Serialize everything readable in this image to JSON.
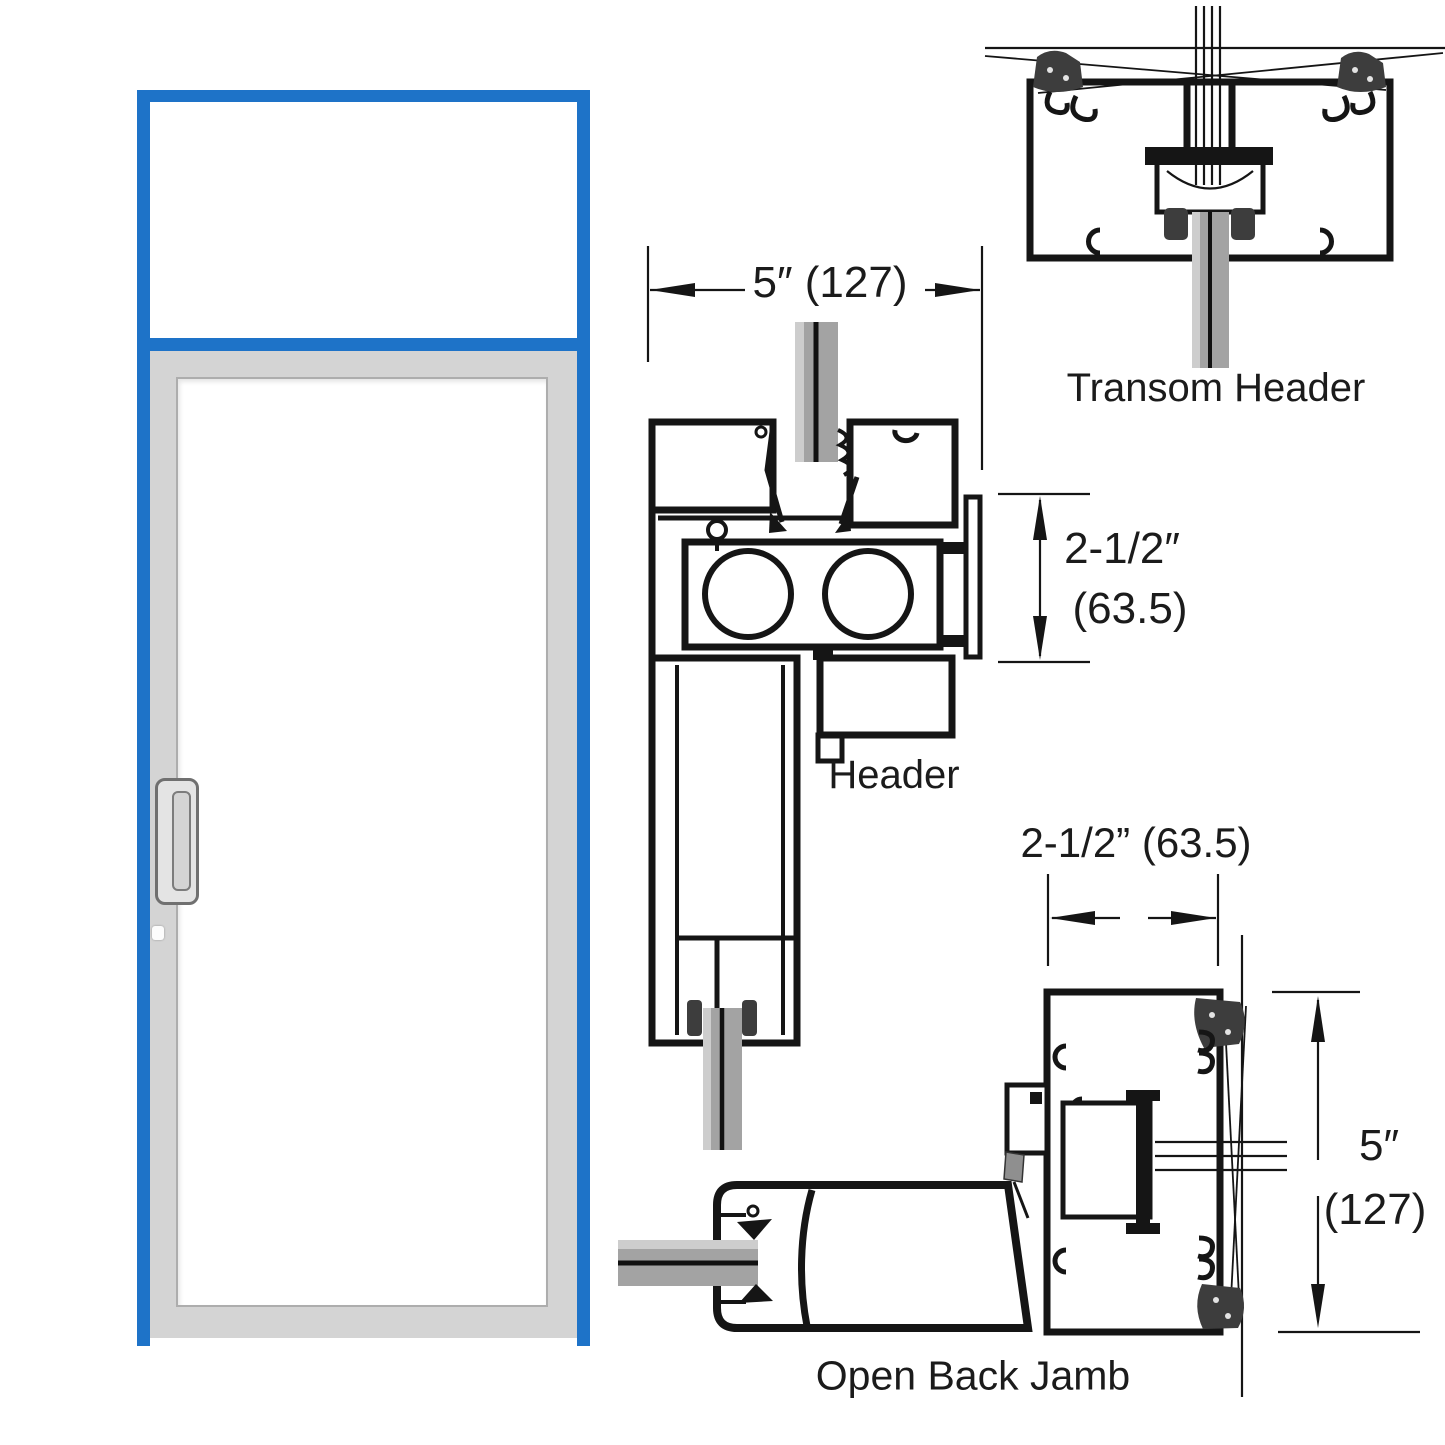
{
  "colors": {
    "frame_blue": "#1e73c8",
    "door_gray": "#d4d4d4",
    "glass_gray": "#a3a3a3",
    "line_black": "#151515"
  },
  "sections": {
    "transom_header": {
      "label": "Transom Header"
    },
    "header": {
      "label": "Header",
      "width_dim": "5″ (127)",
      "height_dim": [
        "2-1/2″",
        "(63.5)"
      ]
    },
    "open_back_jamb": {
      "label": "Open Back Jamb",
      "width_dim": "2-1/2” (63.5)",
      "height_dim": [
        "5″",
        "(127)"
      ]
    }
  }
}
